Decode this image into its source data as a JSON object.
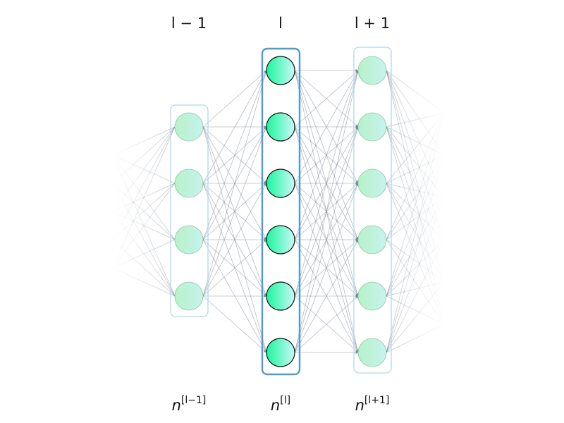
{
  "colors": {
    "background": "#ffffff",
    "neuron_left": "#b8f1c8",
    "neuron_right": "#c6f3ee",
    "neuron_active_left": "#1cf59d",
    "neuron_active_right": "#c8faf7",
    "box_highlight": "#4a9bd6",
    "box_faint": "#b4d6ea",
    "edge": "#5f6f82"
  },
  "layers": [
    {
      "id": "prev",
      "title": "l − 1",
      "count_label": {
        "base": "n",
        "sup": "[l−1]"
      },
      "neurons": 4,
      "highlighted": false
    },
    {
      "id": "curr",
      "title": "l",
      "count_label": {
        "base": "n",
        "sup": "[l]"
      },
      "neurons": 6,
      "highlighted": true
    },
    {
      "id": "next",
      "title": "l + 1",
      "count_label": {
        "base": "n",
        "sup": "[l+1]"
      },
      "neurons": 6,
      "highlighted": false
    }
  ]
}
